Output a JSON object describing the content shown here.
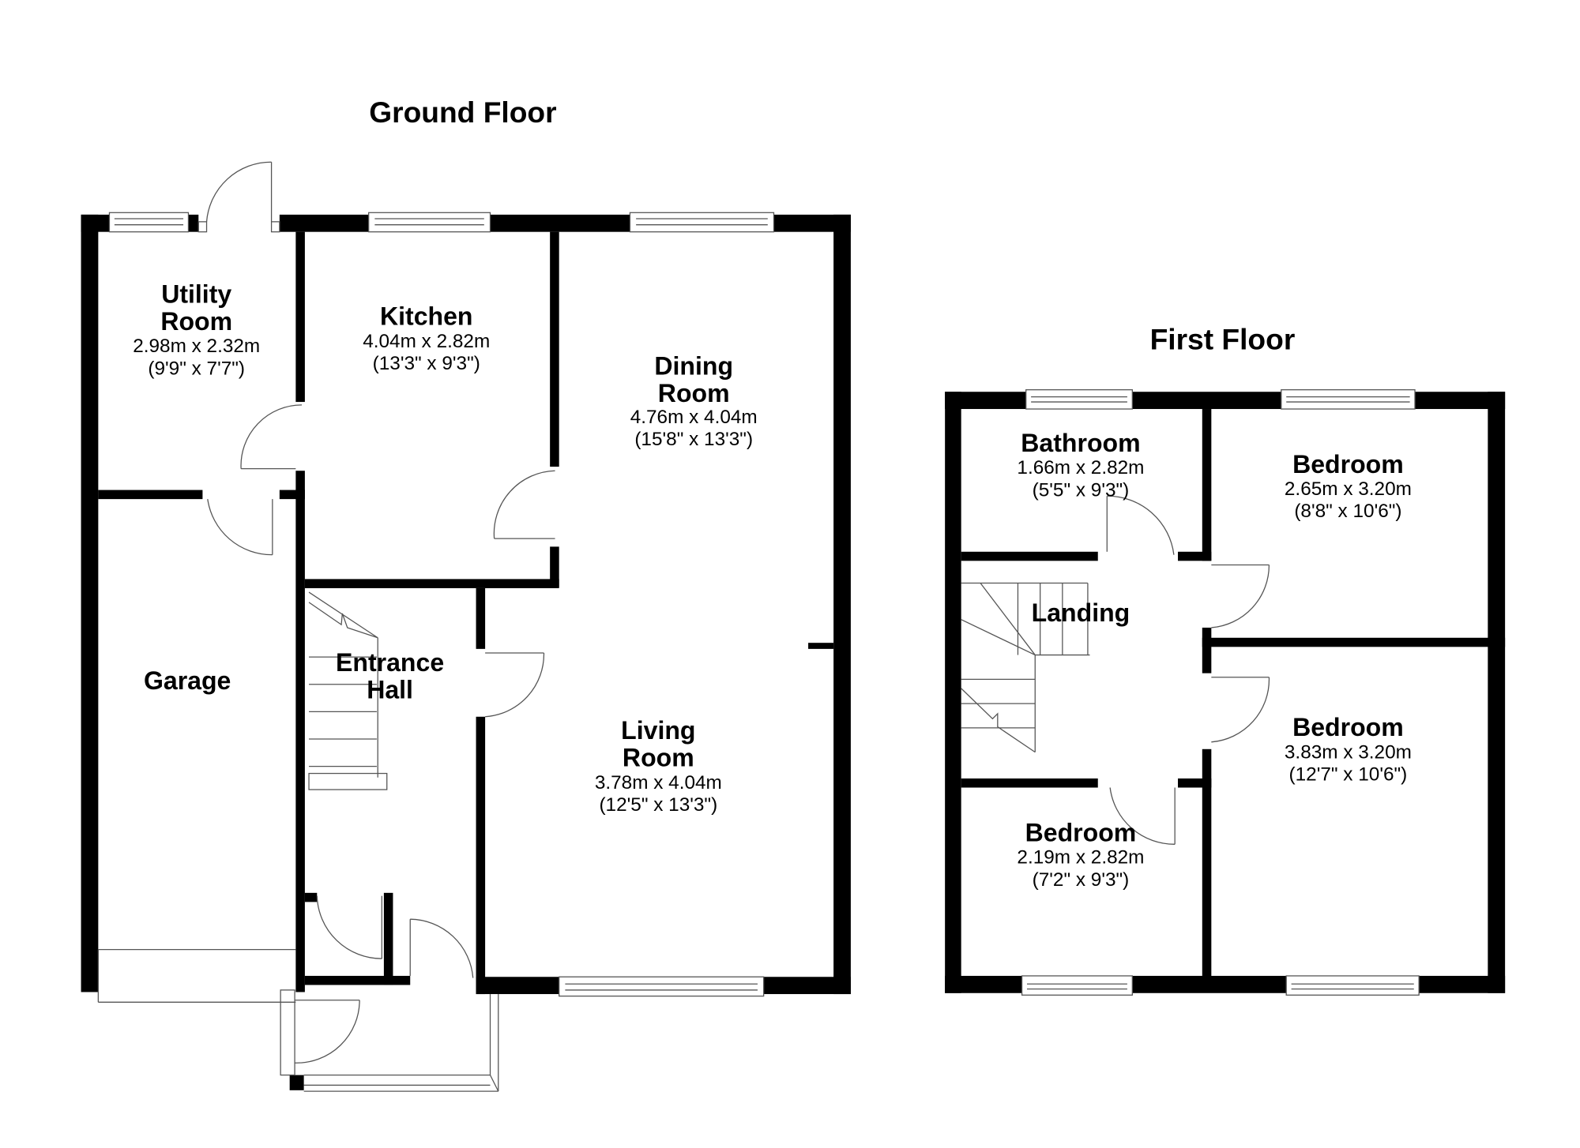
{
  "ground_floor": {
    "title": "Ground Floor",
    "rooms": [
      {
        "name_line1": "Utility",
        "name_line2": "Room",
        "metric": "2.98m x 2.32m",
        "imperial": "(9'9\" x 7'7\")"
      },
      {
        "name_line1": "Kitchen",
        "metric": "4.04m x 2.82m",
        "imperial": "(13'3\" x 9'3\")"
      },
      {
        "name_line1": "Dining",
        "name_line2": "Room",
        "metric": "4.76m x 4.04m",
        "imperial": "(15'8\" x 13'3\")"
      },
      {
        "name_line1": "Garage"
      },
      {
        "name_line1": "Entrance",
        "name_line2": "Hall"
      },
      {
        "name_line1": "Living",
        "name_line2": "Room",
        "metric": "3.78m x 4.04m",
        "imperial": "(12'5\" x 13'3\")"
      }
    ]
  },
  "first_floor": {
    "title": "First Floor",
    "rooms": [
      {
        "name_line1": "Bathroom",
        "metric": "1.66m x 2.82m",
        "imperial": "(5'5\" x 9'3\")"
      },
      {
        "name_line1": "Bedroom",
        "metric": "2.65m x 3.20m",
        "imperial": "(8'8\" x 10'6\")"
      },
      {
        "name_line1": "Landing"
      },
      {
        "name_line1": "Bedroom",
        "metric": "3.83m x 3.20m",
        "imperial": "(12'7\" x 10'6\")"
      },
      {
        "name_line1": "Bedroom",
        "metric": "2.19m x 2.82m",
        "imperial": "(7'2\" x 9'3\")"
      }
    ]
  },
  "colors": {
    "wall": "#000000",
    "background": "#ffffff",
    "line": "#555555"
  }
}
